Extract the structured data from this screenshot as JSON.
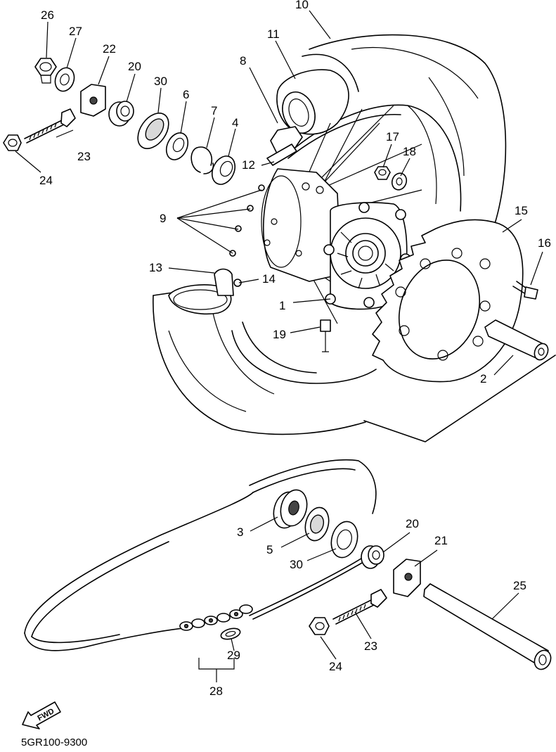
{
  "diagram": {
    "part_code": "5GR100-9300",
    "direction_label": "FWD",
    "callouts": {
      "c26": "26",
      "c27": "27",
      "c22": "22",
      "c20a": "20",
      "c30a": "30",
      "c6": "6",
      "c7": "7",
      "c4": "4",
      "c8": "8",
      "c11": "11",
      "c10": "10",
      "c23a": "23",
      "c24a": "24",
      "c12": "12",
      "c17": "17",
      "c18": "18",
      "c9": "9",
      "c15": "15",
      "c16": "16",
      "c13": "13",
      "c14": "14",
      "c1": "1",
      "c19": "19",
      "c2": "2",
      "c3": "3",
      "c5": "5",
      "c30b": "30",
      "c20b": "20",
      "c21": "21",
      "c25": "25",
      "c23b": "23",
      "c24b": "24",
      "c29": "29",
      "c28": "28"
    }
  }
}
